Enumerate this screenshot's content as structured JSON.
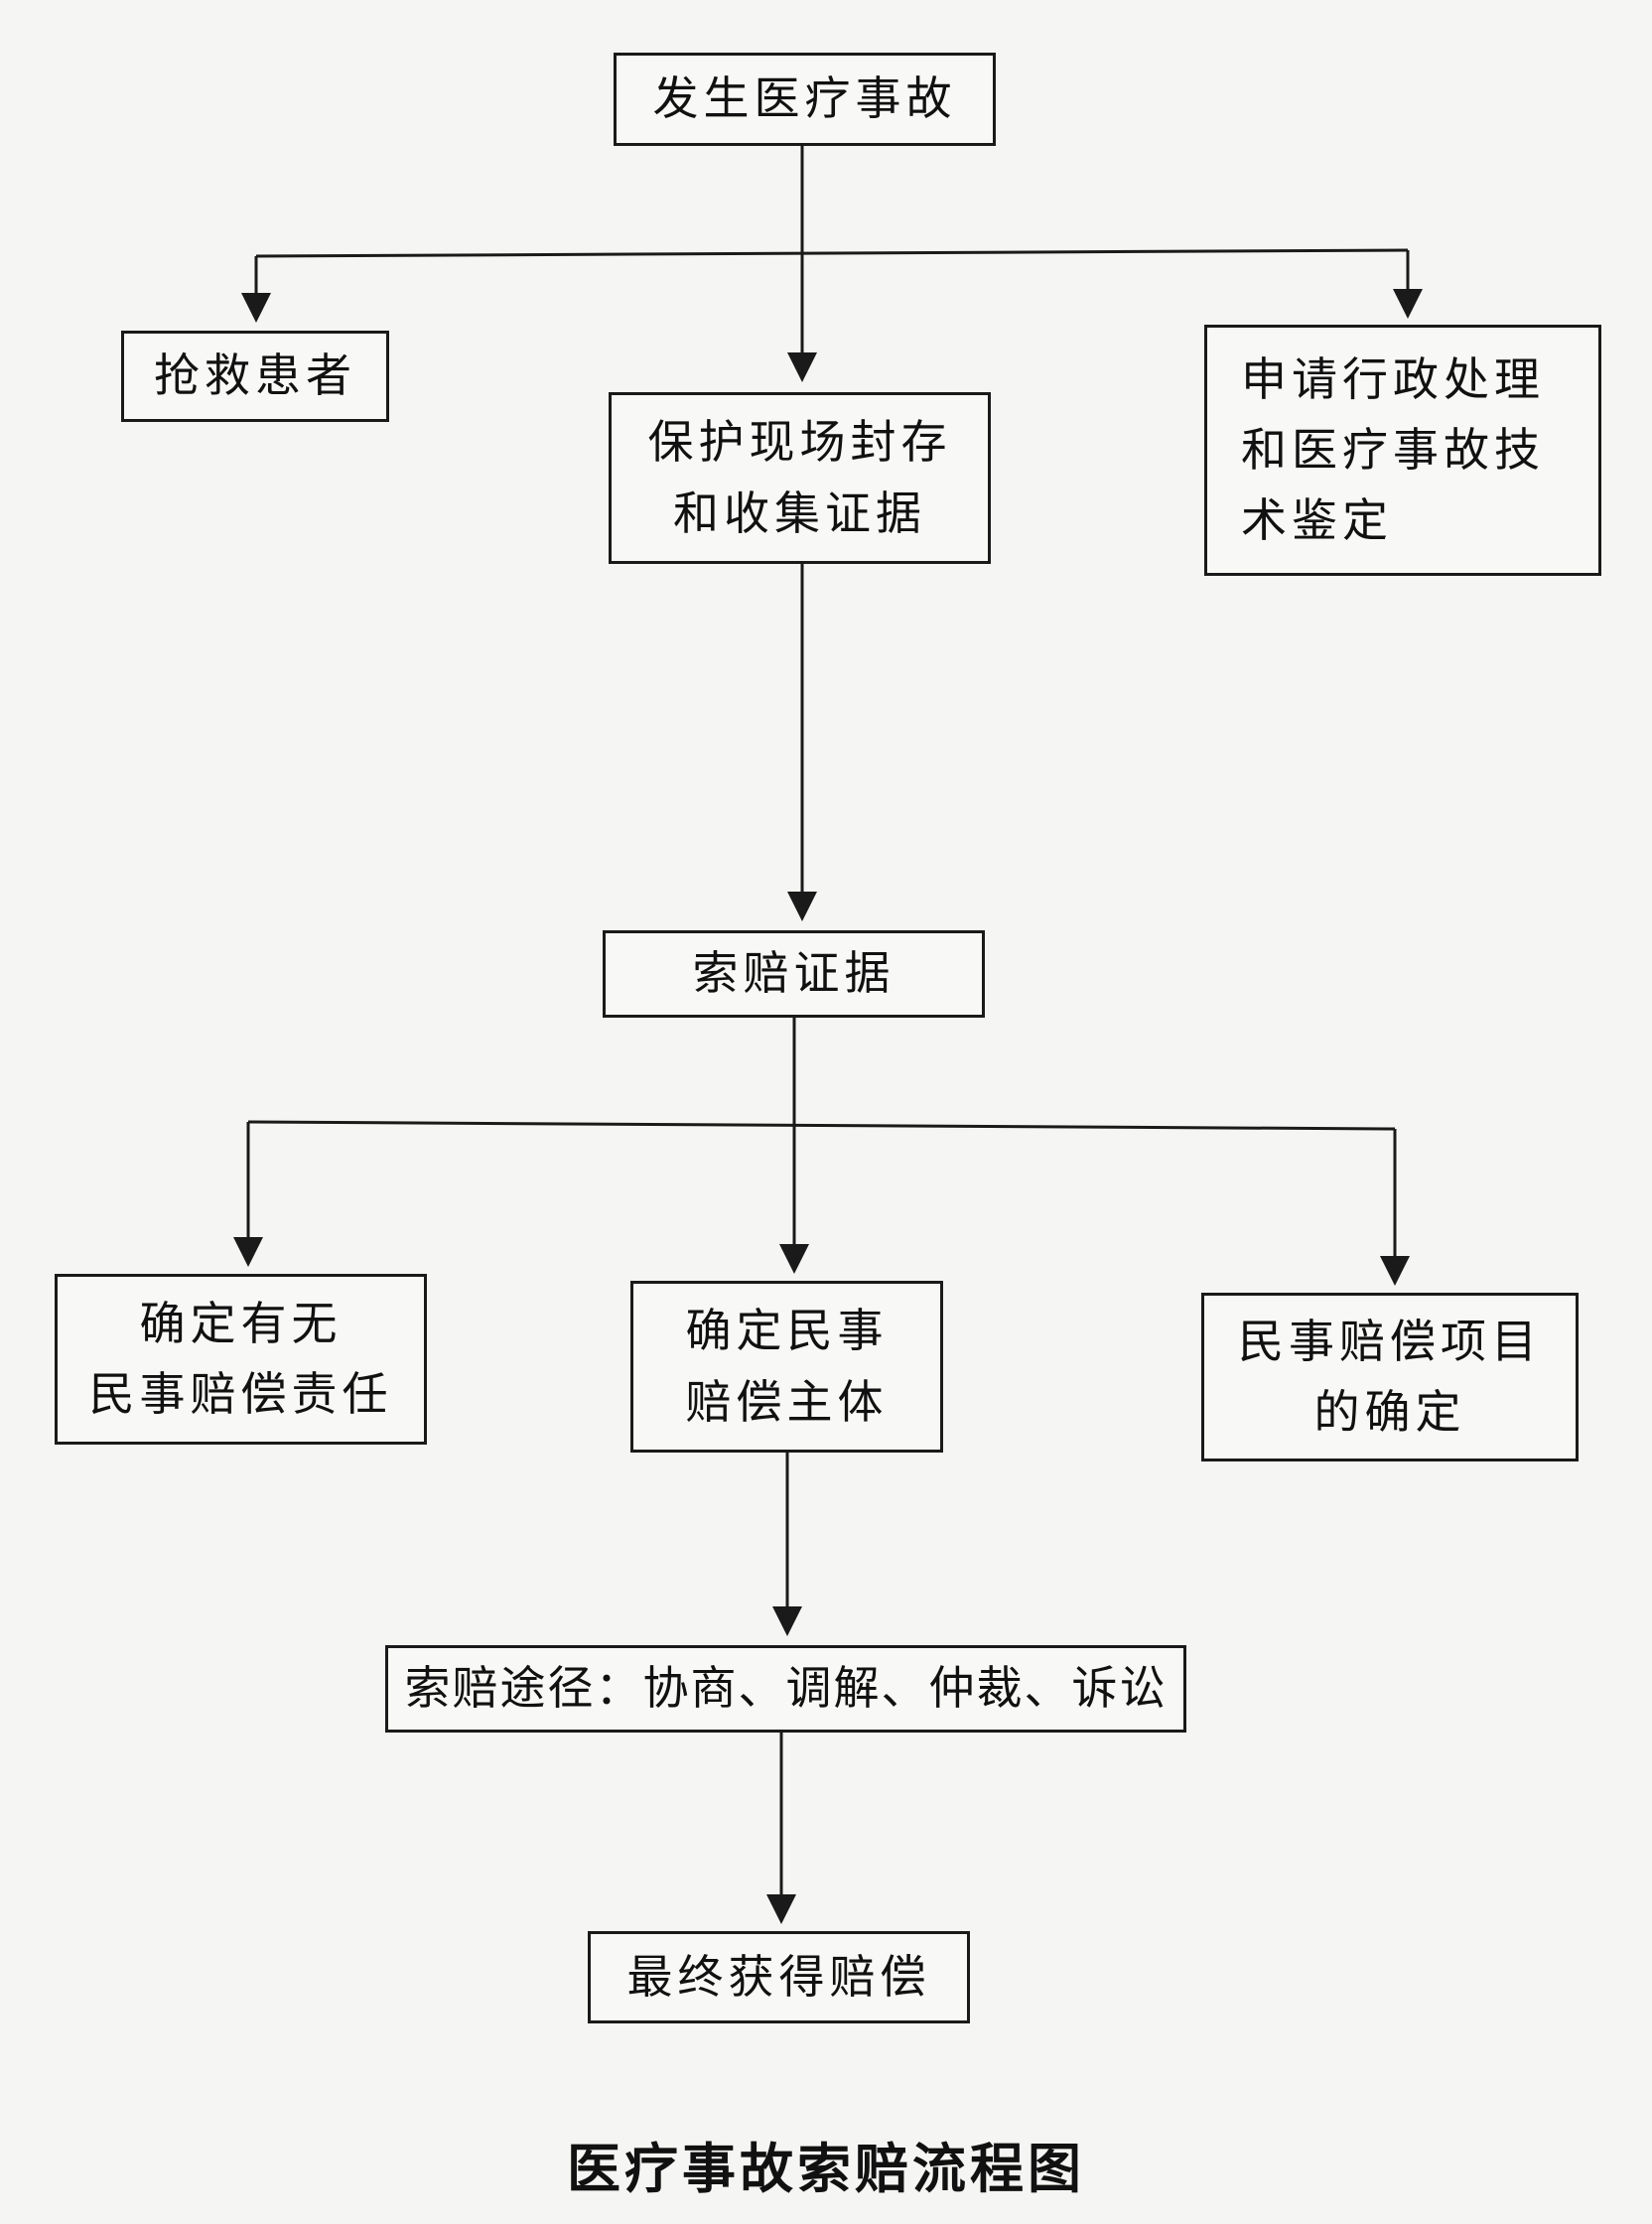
{
  "diagram": {
    "nodes": {
      "start": {
        "lines": [
          "发生医疗事故"
        ]
      },
      "rescue": {
        "lines": [
          "抢救患者"
        ]
      },
      "preserve": {
        "lines": [
          "保护现场封存",
          "和收集证据"
        ]
      },
      "admin": {
        "lines": [
          "申请行政处理",
          "和医疗事故技",
          "术鉴定"
        ]
      },
      "evidence": {
        "lines": [
          "索赔证据"
        ]
      },
      "liability": {
        "lines": [
          "确定有无",
          "民事赔偿责任"
        ]
      },
      "subject": {
        "lines": [
          "确定民事",
          "赔偿主体"
        ]
      },
      "items": {
        "lines": [
          "民事赔偿项目",
          "的确定"
        ]
      },
      "channels": {
        "lines": [
          "索赔途径：协商、调解、仲裁、诉讼"
        ]
      },
      "final": {
        "lines": [
          "最终获得赔偿"
        ]
      }
    },
    "caption": "医疗事故索赔流程图"
  },
  "colors": {
    "line": "#1a1a1a",
    "background": "#f5f5f3",
    "box_fill": "#f8f8f6"
  }
}
